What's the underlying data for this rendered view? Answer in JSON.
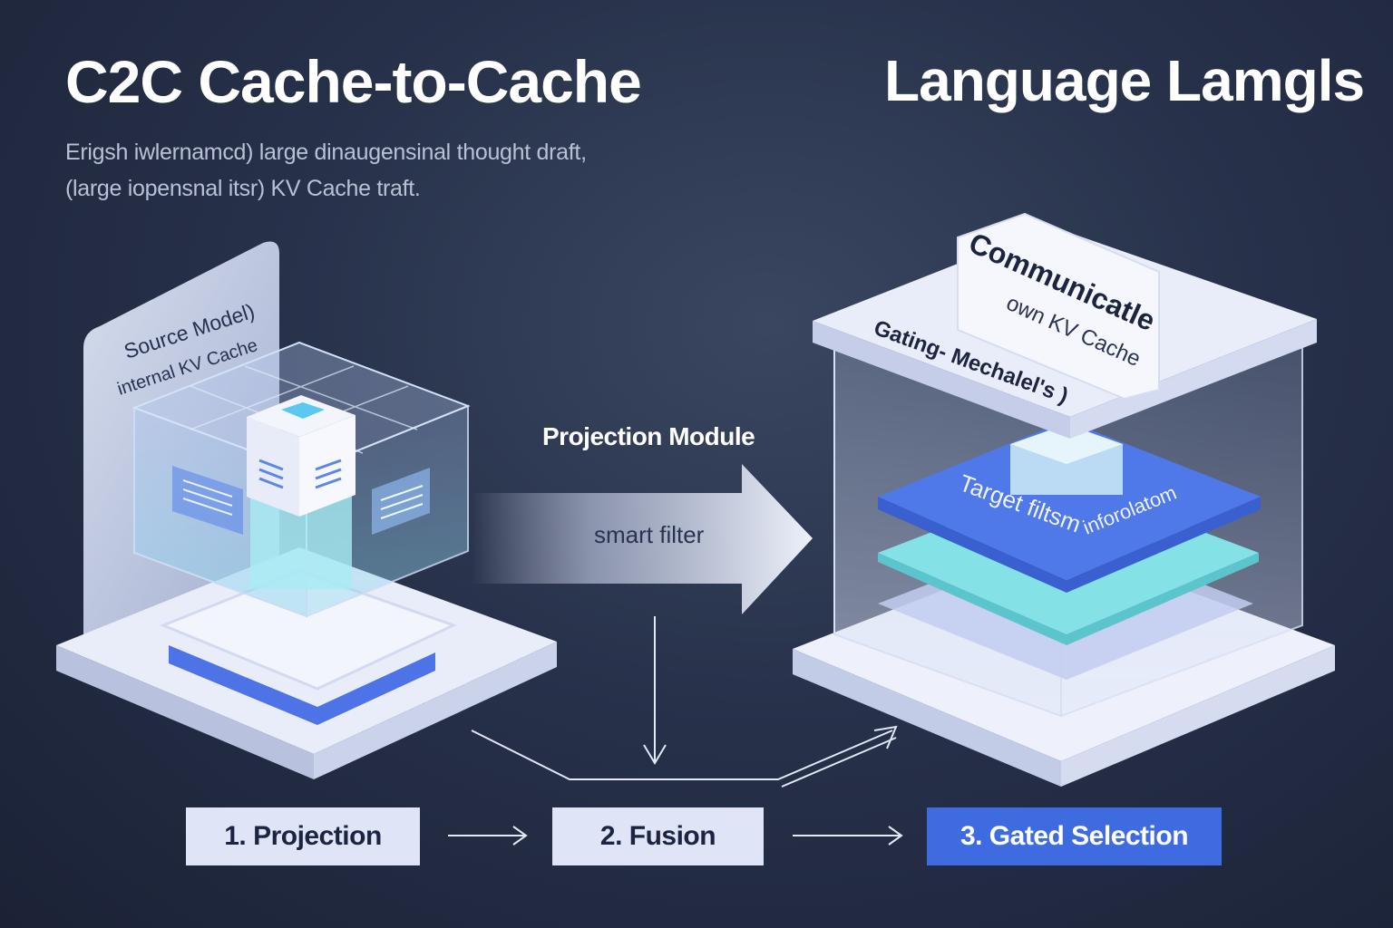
{
  "header": {
    "title_left": "C2C Cache-to-Cache",
    "title_right": "Language Lamgls",
    "subtitle_line1": "Erigsh iwlernamcd) large dinaugensinal thought draft,",
    "subtitle_line2": "(large iopensnal itsr) KV Cache traft."
  },
  "source": {
    "label_line1": "Source Model)",
    "label_line2": "internal KV Cache"
  },
  "projection": {
    "label": "Projection Module",
    "arrow_label": "smart filter"
  },
  "target": {
    "card_line1": "Communicatle",
    "card_line2": "own KV Cache",
    "gating_label": "Gating- Mechalel's )",
    "layer_label_1": "Target filtsm",
    "layer_label_2": "inforolatom"
  },
  "steps": [
    {
      "label": "1. Projection"
    },
    {
      "label": "2. Fusion"
    },
    {
      "label": "3. Gated Selection"
    }
  ],
  "colors": {
    "background": "#27314a",
    "accent_blue": "#3e6ce0",
    "cyan_layer": "#7fe0e6",
    "step_box": "#dfe5f6"
  }
}
